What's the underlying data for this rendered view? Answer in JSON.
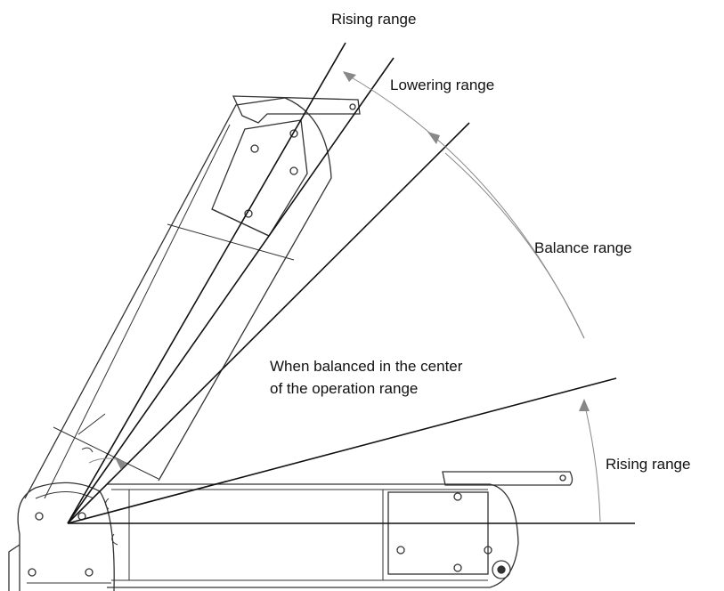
{
  "labels": {
    "rising_range_top": "Rising range",
    "lowering_range": "Lowering range",
    "balance_range": "Balance range",
    "balanced_center_line1": "When balanced in the center",
    "balanced_center_line2": "of the operation range",
    "rising_range_right": "Rising range"
  },
  "colors": {
    "line": "#111111",
    "outline": "#333333",
    "arc": "#888888",
    "background": "#ffffff"
  }
}
